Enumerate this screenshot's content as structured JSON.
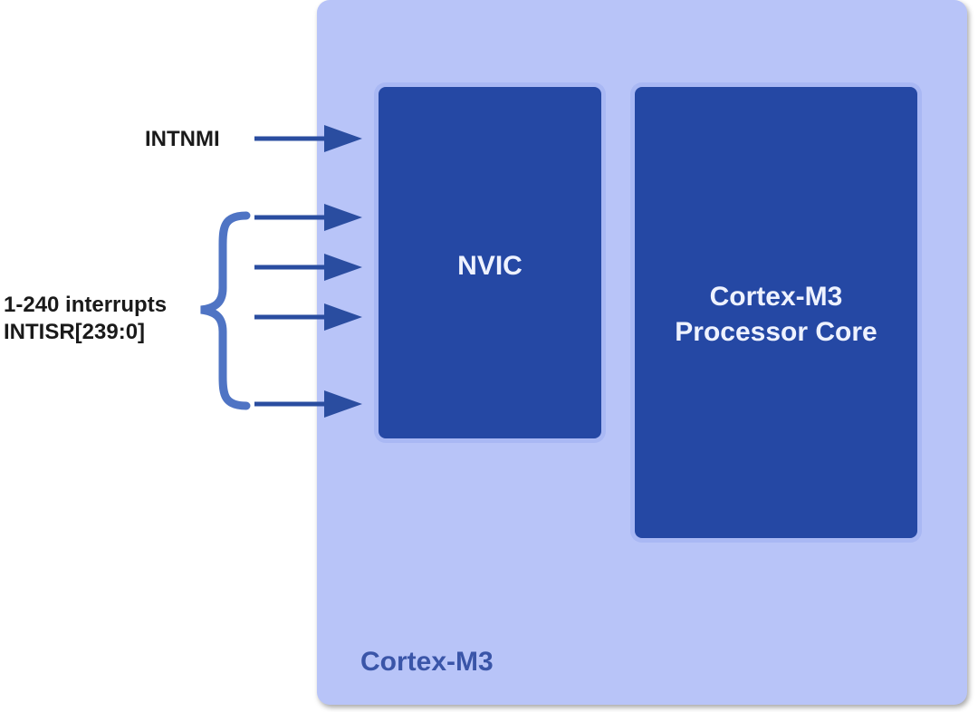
{
  "outer": {
    "label": "Cortex-M3",
    "fill_color": "#b8c4f8",
    "label_color": "#3a55a8"
  },
  "nvic": {
    "label": "NVIC",
    "fill_color": "#2548a4"
  },
  "core": {
    "label": "Cortex-M3\nProcessor Core",
    "fill_color": "#2548a4"
  },
  "inputs": {
    "nmi_label": "INTNMI",
    "interrupts_line1": "1-240 interrupts",
    "interrupts_line2": "INTISR[239:0]",
    "arrow_color": "#2a4da0",
    "brace_color": "#4f74c4"
  }
}
